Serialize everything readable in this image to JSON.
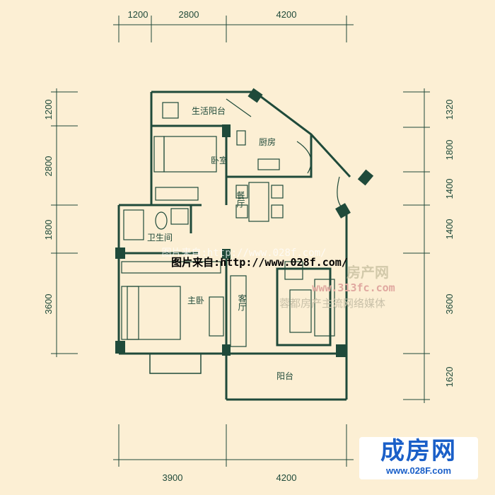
{
  "dimensions": {
    "top": [
      "1200",
      "2800",
      "4200"
    ],
    "bottom": [
      "3900",
      "4200"
    ],
    "left": [
      "1200",
      "2800",
      "1800",
      "3600"
    ],
    "right": [
      "1320",
      "1800",
      "1400",
      "1400",
      "3600",
      "1620"
    ]
  },
  "rooms": {
    "utility_balcony": "生活阳台",
    "kitchen": "厨房",
    "bedroom": "卧室",
    "dining": "餐厅",
    "bathroom": "卫生间",
    "master_bedroom": "主卧",
    "living": "客厅",
    "balcony": "阳台"
  },
  "watermarks": {
    "source": "图片来自:http://www.028f.com/",
    "source_faded": "图片来自:http://www.028f.com/",
    "site_name": "房产网",
    "site_url": "www.313fc.com",
    "slogan": "蓉都房产主流网络媒体"
  },
  "logo": {
    "name": "成房网",
    "url": "www.028F.com"
  },
  "colors": {
    "line": "#1f4a3a",
    "background": "#fcefd4",
    "logo": "#1a5fc8"
  }
}
